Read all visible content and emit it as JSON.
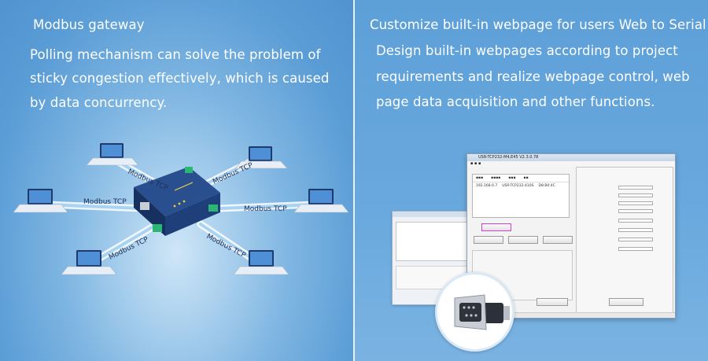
{
  "left": {
    "heading": "Modbus gateway",
    "lines": [
      "Polling mechanism can solve the problem of",
      "sticky congestion effectively, which is caused",
      "by data concurrency."
    ],
    "tcp_labels": [
      "Modbus TCP",
      "Modbus TCP",
      "Modbus TCP",
      "Modbus TCP",
      "Modbus TCP",
      "Modbus TCP"
    ]
  },
  "right": {
    "lines": [
      "Customize built-in webpage for users Web to Serial",
      "Design built-in webpages according to project",
      "requirements and realize webpage control, web",
      "page data acquisition and other functions."
    ]
  },
  "software": {
    "title": "USR-TCP232-M4,E45 V2.3.0.78"
  },
  "colors": {
    "panel_blue": "#5b9dd6",
    "text": "#ffffff",
    "device": "#1f3f7a",
    "terminal": "#2bb673"
  }
}
